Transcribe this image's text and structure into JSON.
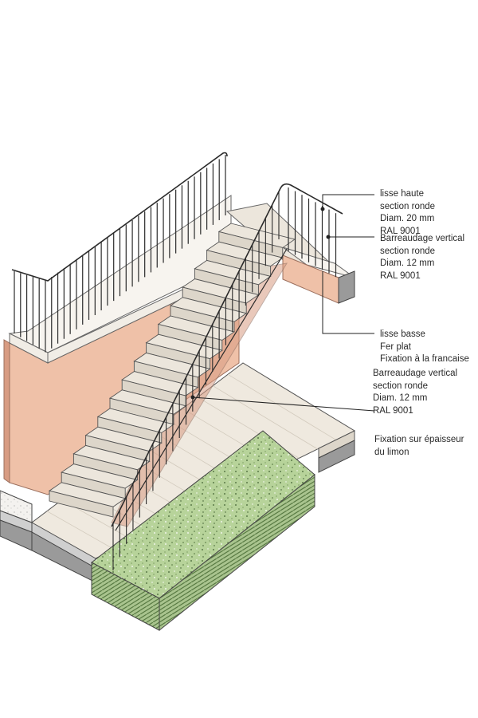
{
  "colors": {
    "wall": "#efc1a8",
    "wall_edge": "#d89c83",
    "coping": "#f1ede6",
    "coping_top": "#f7f4ef",
    "tread": "#ece6dc",
    "riser": "#ddd6ca",
    "deck": "#efe9df",
    "deck_line": "#d2cabd",
    "grass": "#b7d39a",
    "grass_side": "#a9c48e",
    "curb": "#9a9a9a",
    "curb_light": "#cfcfcf",
    "rail": "#2b2b2b",
    "gravel": "#f2f0ed"
  },
  "annotations": [
    {
      "id": "lisse-haute",
      "lines": [
        "lisse haute",
        "section ronde",
        "Diam. 20 mm",
        "RAL 9001"
      ]
    },
    {
      "id": "barreaudage-haut",
      "lines": [
        "Barreaudage vertical",
        "section ronde",
        "Diam. 12 mm",
        "RAL 9001"
      ]
    },
    {
      "id": "lisse-basse",
      "lines": [
        "lisse basse",
        "Fer plat",
        "Fixation à la francaise"
      ]
    },
    {
      "id": "barreaudage-bas",
      "lines": [
        "Barreaudage vertical",
        "section ronde",
        "Diam. 12 mm",
        "RAL 9001"
      ]
    },
    {
      "id": "fixation",
      "lines": [
        "Fixation sur épaisseur",
        "du limon"
      ]
    }
  ]
}
